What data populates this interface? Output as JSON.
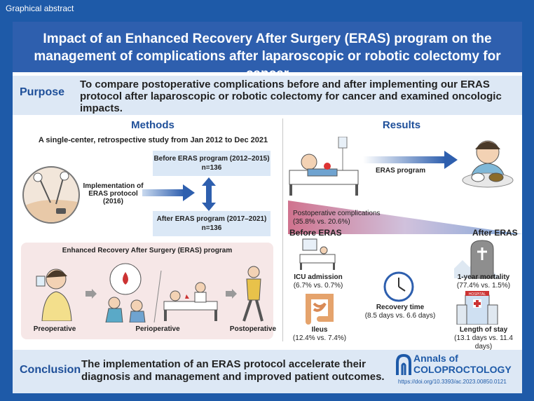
{
  "header": {
    "label": "Graphical abstract"
  },
  "title": {
    "line1": "Impact of an Enhanced Recovery After Surgery (ERAS) program on the",
    "line2": "management of complications after laparoscopic or robotic colectomy for cancer"
  },
  "purpose": {
    "label": "Purpose",
    "text": "To compare postoperative complications before and after implementing our ERAS protocol after laparoscopic or robotic colectomy for cancer and examined oncologic impacts."
  },
  "methods": {
    "heading": "Methods",
    "study": "A single-center, retrospective study from Jan 2012 to Dec 2021",
    "implementation": {
      "line1": "Implementation of",
      "line2": "ERAS protocol",
      "line3": "(2016)"
    },
    "before": {
      "label": "Before ERAS program (2012–2015)",
      "n": "n=136"
    },
    "after": {
      "label": "After ERAS program (2017–2021)",
      "n": "n=136"
    },
    "eras_program": {
      "title": "Enhanced Recovery After Surgery (ERAS) program",
      "phases": [
        "Preoperative",
        "Perioperative",
        "Postoperative"
      ]
    }
  },
  "results": {
    "heading": "Results",
    "arrow_label": "ERAS program",
    "complications": {
      "label": "Postoperative complications",
      "value": "(35.8% vs. 20.6%)"
    },
    "before_label": "Before ERAS",
    "after_label": "After ERAS",
    "icu": {
      "label": "ICU admission",
      "value": "(6.7% vs. 0.7%)"
    },
    "mortality": {
      "label": "1-year mortality",
      "value": "(77.4% vs. 1.5%)"
    },
    "recovery": {
      "label": "Recovery time",
      "value": "(8.5 days vs. 6.6 days)"
    },
    "ileus": {
      "label": "Ileus",
      "value": "(12.4% vs. 7.4%)"
    },
    "stay": {
      "label": "Length of stay",
      "value": "(13.1 days vs. 11.4 days)"
    },
    "hospital_sign": "HOSPITAL"
  },
  "conclusion": {
    "label": "Conclusion",
    "text": "The implementation of an ERAS protocol accelerate their diagnosis and management and improved patient outcomes."
  },
  "journal": {
    "line1": "Annals of",
    "line2": "COLOPROCTOLOGY",
    "doi": "https://doi.org/10.3393/ac.2023.00850.0121"
  },
  "colors": {
    "brand": "#1e5aa8",
    "title_bg": "#2e5fae",
    "light_blue": "#dde8f5",
    "pink_box": "#f6e7e7"
  },
  "icons": [
    "surgery-illustration",
    "patient-bed-illustration",
    "eating-patient-illustration",
    "icu-bed-icon",
    "tombstone-icon",
    "clock-icon",
    "intestine-icon",
    "hospital-icon",
    "journal-logo"
  ]
}
